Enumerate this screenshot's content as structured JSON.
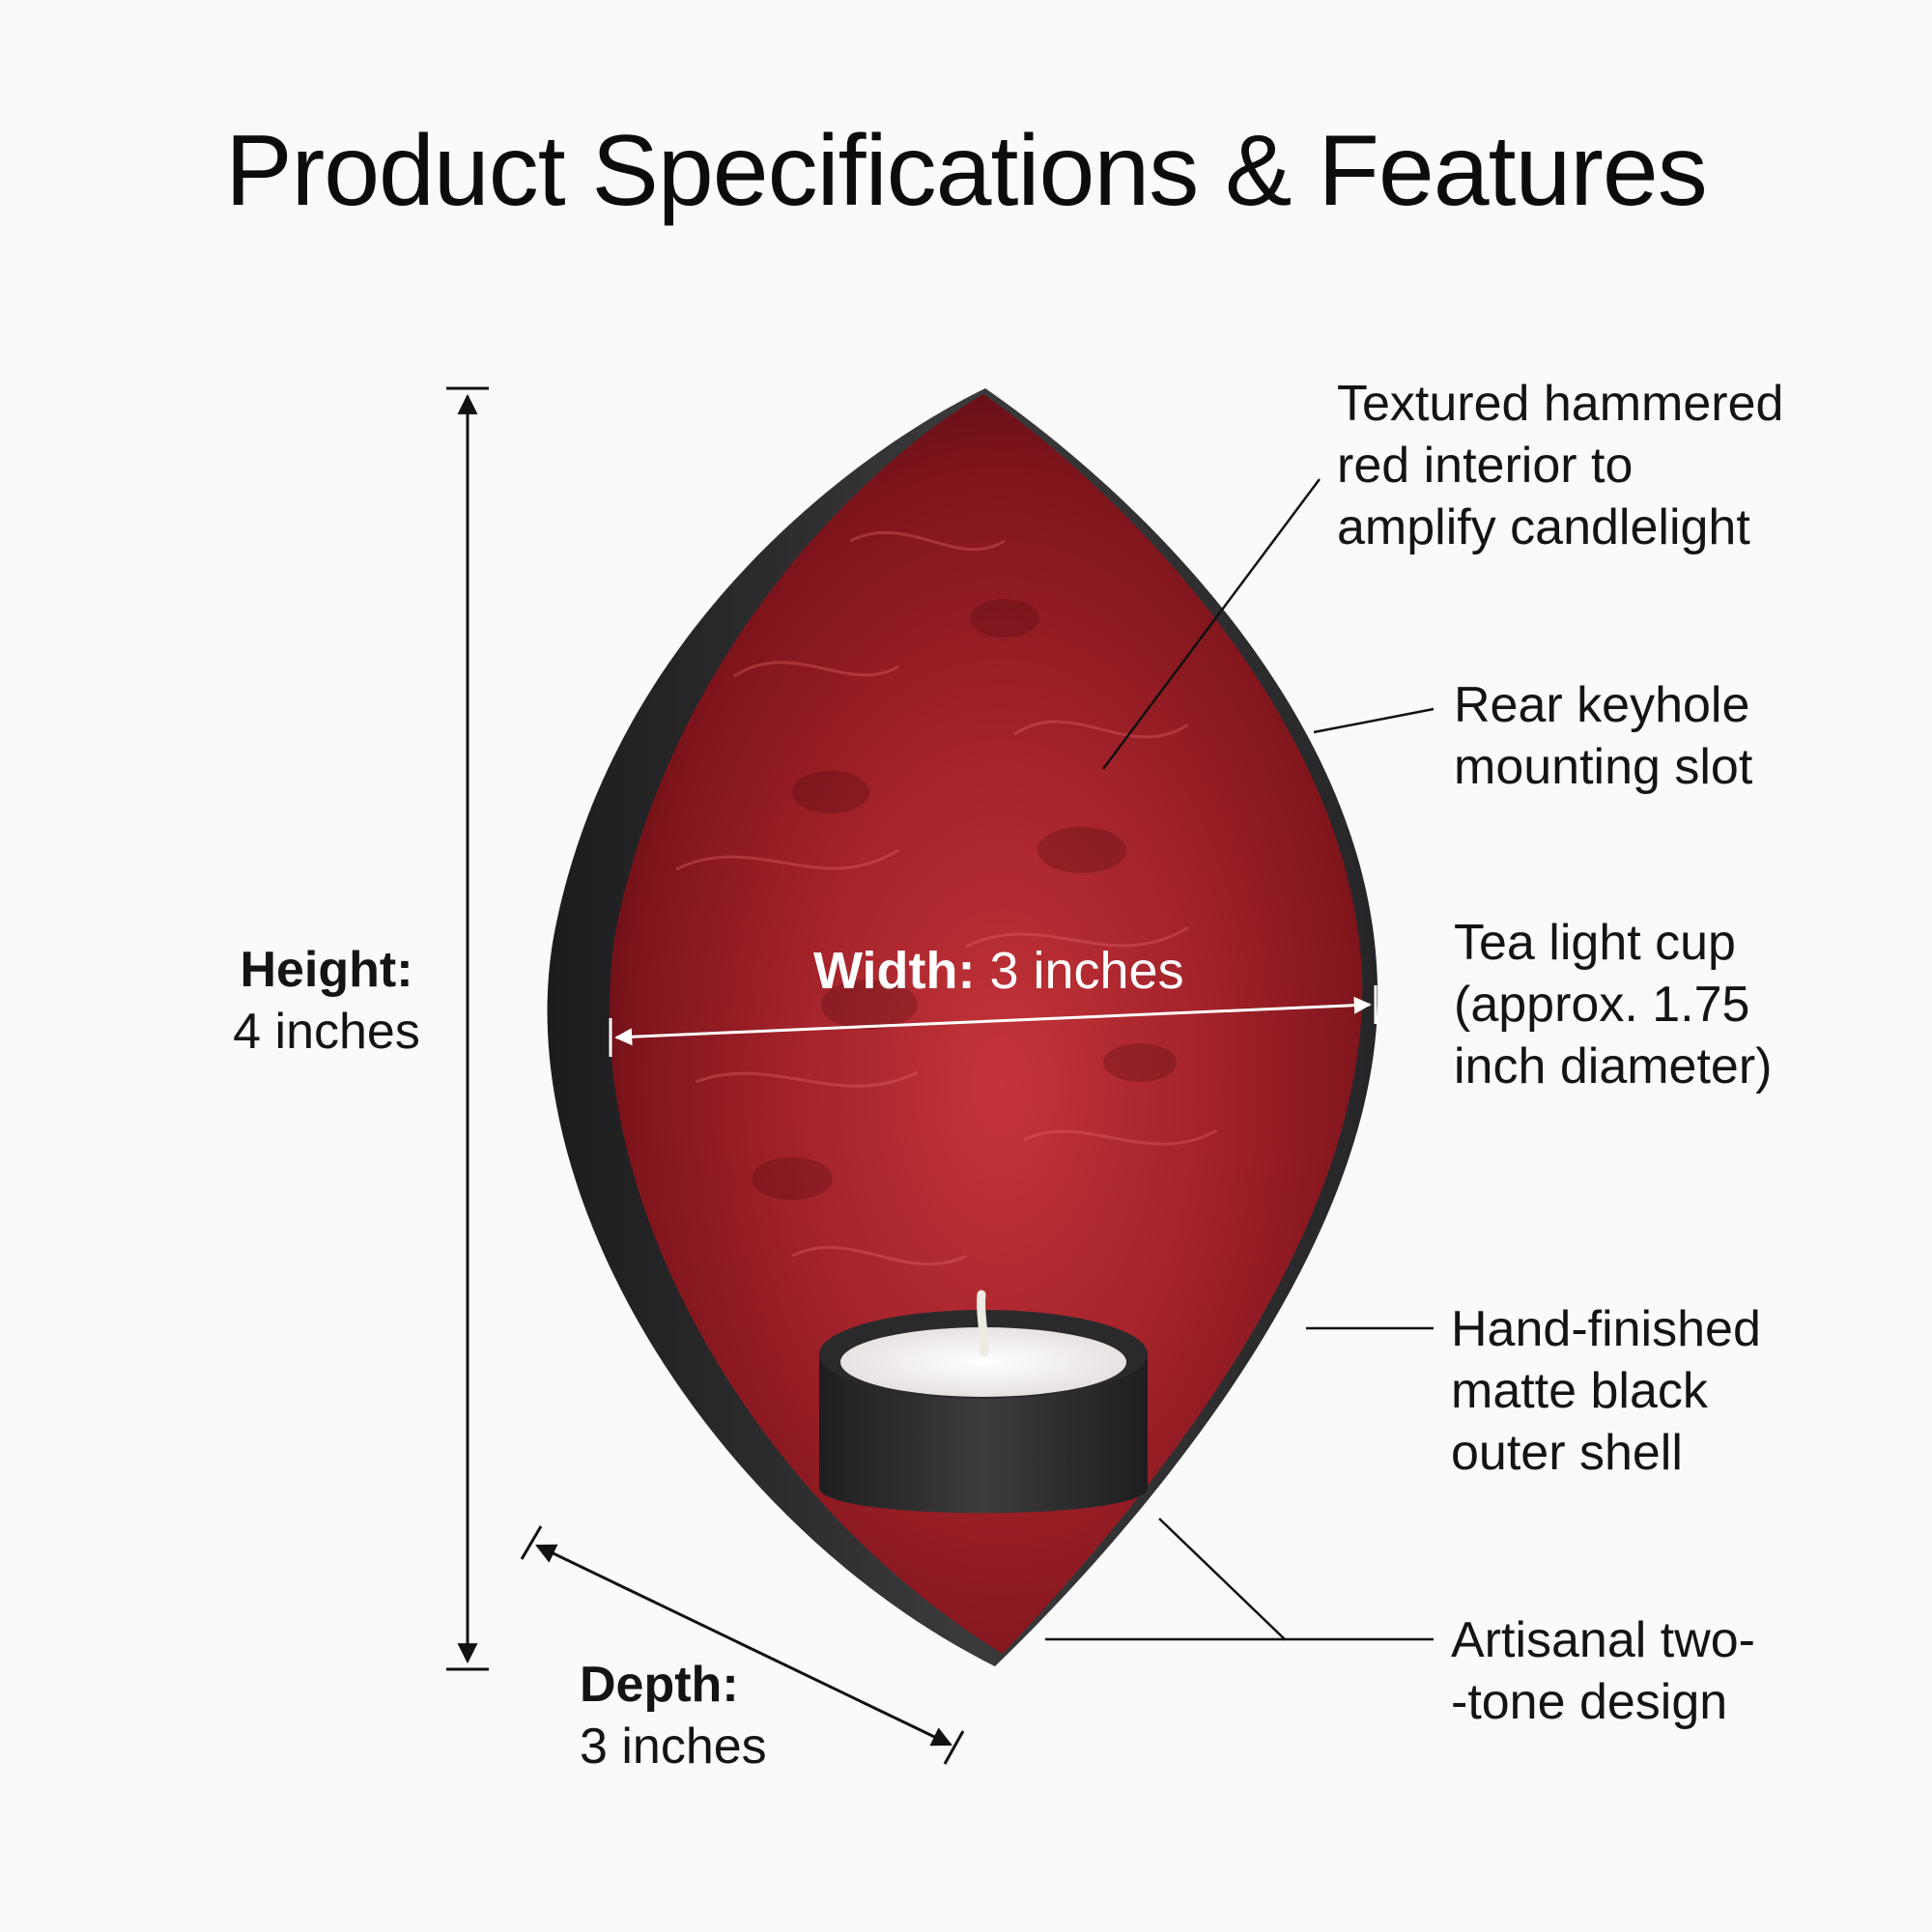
{
  "title": "Product Specifications & Features",
  "dimensions": {
    "height": {
      "label": "Height:",
      "value": "4 inches"
    },
    "width": {
      "label": "Width:",
      "value": "3 inches"
    },
    "depth": {
      "label": "Depth:",
      "value": "3 inches"
    }
  },
  "features": [
    "Textured hammered\nred interior to\namplify candlelight",
    "Rear keyhole\nmounting slot",
    "Tea light cup\n(approx. 1.75\ninch diameter)",
    "Hand-finished\nmatte black\nouter shell",
    "Artisanal two-\n-tone design"
  ],
  "colors": {
    "interior": "#8e1a1f",
    "shell": "#2b2b2d",
    "candle": "#f1ecea"
  }
}
